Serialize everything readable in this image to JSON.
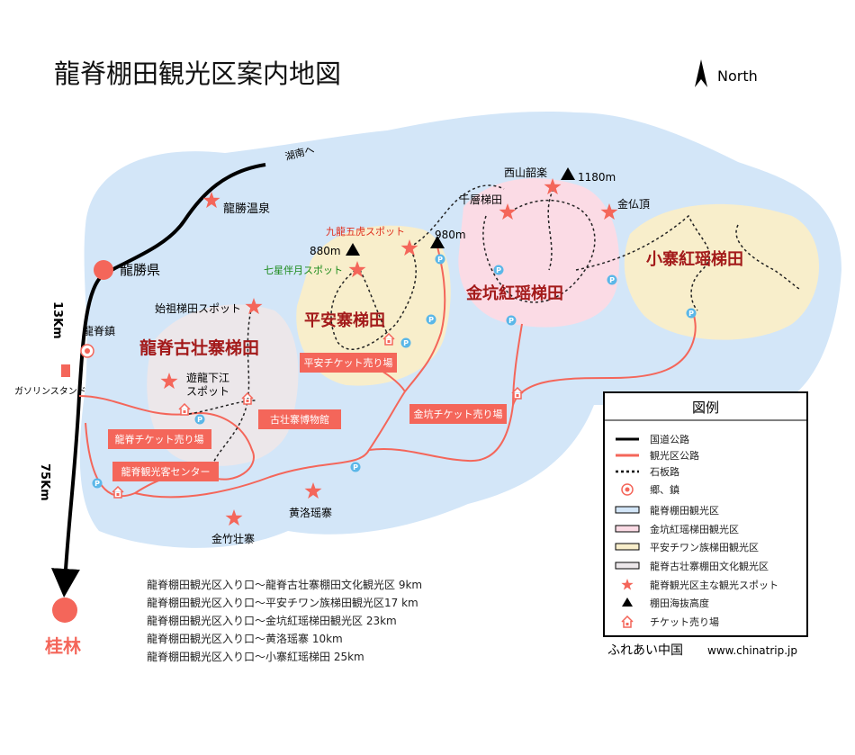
{
  "title": "龍脊棚田観光区案内地図",
  "north": "North",
  "colors": {
    "blue": "#d3e6f8",
    "pink": "#fbdbe5",
    "yellow": "#f8eecb",
    "gray": "#ece7ea",
    "red": "#f4665a",
    "darkred": "#a31a1a"
  },
  "places": {
    "hunan": "湖南へ",
    "longsheng_onsen": "龍勝温泉",
    "longsheng_county": "龍勝県",
    "guilin": "桂林",
    "longji_town": "龍脊鎮",
    "gas": "ガソリンスタンド",
    "km13": "13Km",
    "km75": "75Km",
    "shizu": "始祖梯田スポット",
    "longji_ancient": "龍脊古壮寨梯田",
    "youlong": "遊龍下江",
    "youlong2": "スポット",
    "pingan": "平安寨梯田",
    "qixing": "七星伴月スポット",
    "jiulong": "九龍五虎スポット",
    "alt880": "880m",
    "alt980": "980m",
    "xishan": "西山韶楽",
    "alt1180": "1180m",
    "qianceng": "千層梯田",
    "jinfo": "金仏頂",
    "jinkeng": "金坑紅瑶梯田",
    "xiaozhai": "小寨紅瑶梯田",
    "huangluo": "黄洛瑶寨",
    "jinzhu": "金竹壮寨"
  },
  "labels": {
    "longji_ticket": "龍脊チケット売り場",
    "visitor_center": "龍脊観光客センター",
    "museum": "古壮寨博物館",
    "pingan_ticket": "平安チケット売り場",
    "jinkeng_ticket": "金坑チケット売り場"
  },
  "legend": {
    "title": "図例",
    "items": [
      "国道公路",
      "観光区公路",
      "石板路",
      "郷、鎮",
      "龍脊棚田観光区",
      "金坑紅瑶梯田観光区",
      "平安チワン族梯田観光区",
      "龍脊古壮寨棚田文化観光区",
      "龍脊観光区主な観光スポット",
      "棚田海抜高度",
      "チケット売り場"
    ]
  },
  "distances": [
    "龍脊棚田観光区入り口～龍脊古壮寨棚田文化観光区 9km",
    "龍脊棚田観光区入り口～平安チワン族梯田観光区17 km",
    "龍脊棚田観光区入り口～金坑紅瑶梯田観光区 23km",
    "龍脊棚田観光区入り口～黄洛瑶寨 10km",
    "龍脊棚田観光区入り口～小寨紅瑶梯田 25km"
  ],
  "credit": {
    "name": "ふれあい中国",
    "url": "www.chinatrip.jp"
  },
  "parking": "P"
}
